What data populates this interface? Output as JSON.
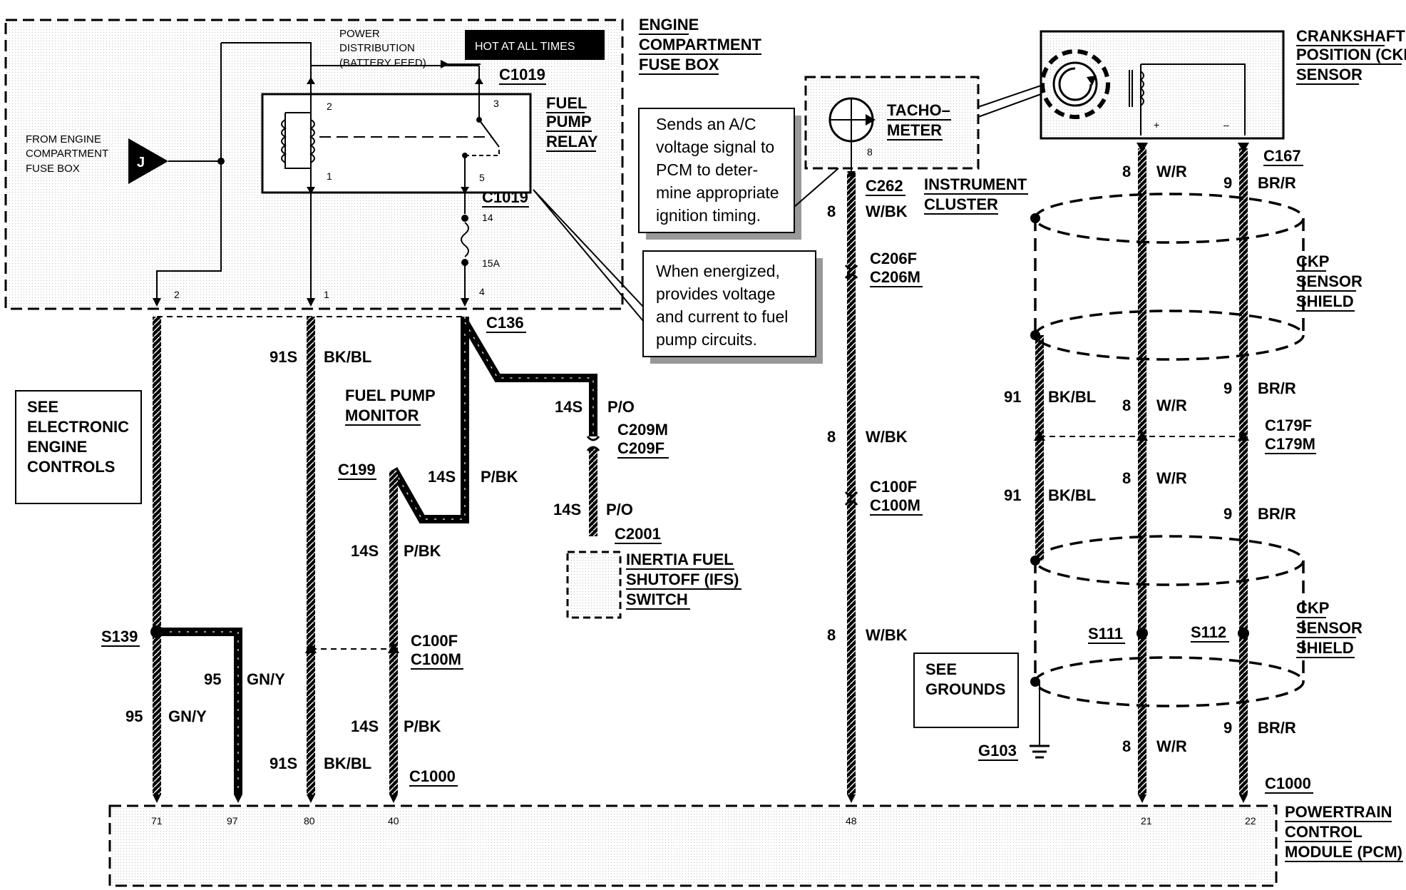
{
  "components": {
    "fuse_box": [
      "ENGINE",
      "COMPARTMENT",
      "FUSE BOX"
    ],
    "power_dist": [
      "POWER",
      "DISTRIBUTION",
      "(BATTERY FEED)"
    ],
    "hot_label": "HOT AT ALL TIMES",
    "from_engine": [
      "FROM ENGINE",
      "COMPARTMENT",
      "FUSE BOX"
    ],
    "j_symbol": "J",
    "fuel_pump_relay": [
      "FUEL",
      "PUMP",
      "RELAY"
    ],
    "tachometer": [
      "TACHO–",
      "METER"
    ],
    "instrument_cluster": [
      "INSTRUMENT",
      "CLUSTER"
    ],
    "ckp_sensor": [
      "CRANKSHAFT",
      "POSITION (CKP)",
      "SENSOR"
    ],
    "ckp_shield": [
      "CKP",
      "SENSOR",
      "SHIELD"
    ],
    "see_eec": [
      "SEE",
      "ELECTRONIC",
      "ENGINE",
      "CONTROLS"
    ],
    "fuel_pump_monitor": [
      "FUEL PUMP",
      "MONITOR"
    ],
    "ifs_switch": [
      "INERTIA FUEL",
      "SHUTOFF (IFS)",
      "SWITCH"
    ],
    "see_grounds": [
      "SEE",
      "GROUNDS"
    ],
    "pcm": [
      "POWERTRAIN",
      "CONTROL",
      "MODULE (PCM)"
    ]
  },
  "notes": {
    "ac_signal": [
      "Sends an A/C",
      "voltage signal to",
      "PCM to deter-",
      "mine appropriate",
      "ignition timing."
    ],
    "energized": [
      "When energized,",
      "provides voltage",
      "and current to fuel",
      "pump circuits."
    ]
  },
  "connectors": {
    "c1019": "C1019",
    "c136": "C136",
    "c199": "C199",
    "c209": [
      "C209M",
      "C209F"
    ],
    "c2001": "C2001",
    "c100_mid": [
      "C100F",
      "C100M"
    ],
    "c1000": "C1000",
    "c262": "C262",
    "c206": [
      "C206F",
      "C206M"
    ],
    "c100_tach": [
      "C100F",
      "C100M"
    ],
    "c167": "C167",
    "c179": [
      "C179F",
      "C179M"
    ],
    "s139": "S139",
    "s111": "S111",
    "s112": "S112",
    "g103": "G103"
  },
  "pins": {
    "relay": [
      "2",
      "3",
      "1",
      "5"
    ],
    "fuse_box_out": [
      "2",
      "1",
      "4"
    ],
    "fuse_no": "14",
    "fuse_rating": "15A",
    "tach_pin": "8",
    "ckp_plus": "+",
    "ckp_minus": "–",
    "pcm": [
      "71",
      "97",
      "80",
      "40",
      "48",
      "21",
      "22"
    ]
  },
  "wires": {
    "w91s": "91S",
    "bkbl": "BK/BL",
    "w14s": "14S",
    "po": "P/O",
    "pbk": "P/BK",
    "w95": "95",
    "gny": "GN/Y",
    "w8": "8",
    "wbk": "W/BK",
    "wr": "W/R",
    "w9": "9",
    "brr": "BR/R",
    "w91": "91"
  }
}
